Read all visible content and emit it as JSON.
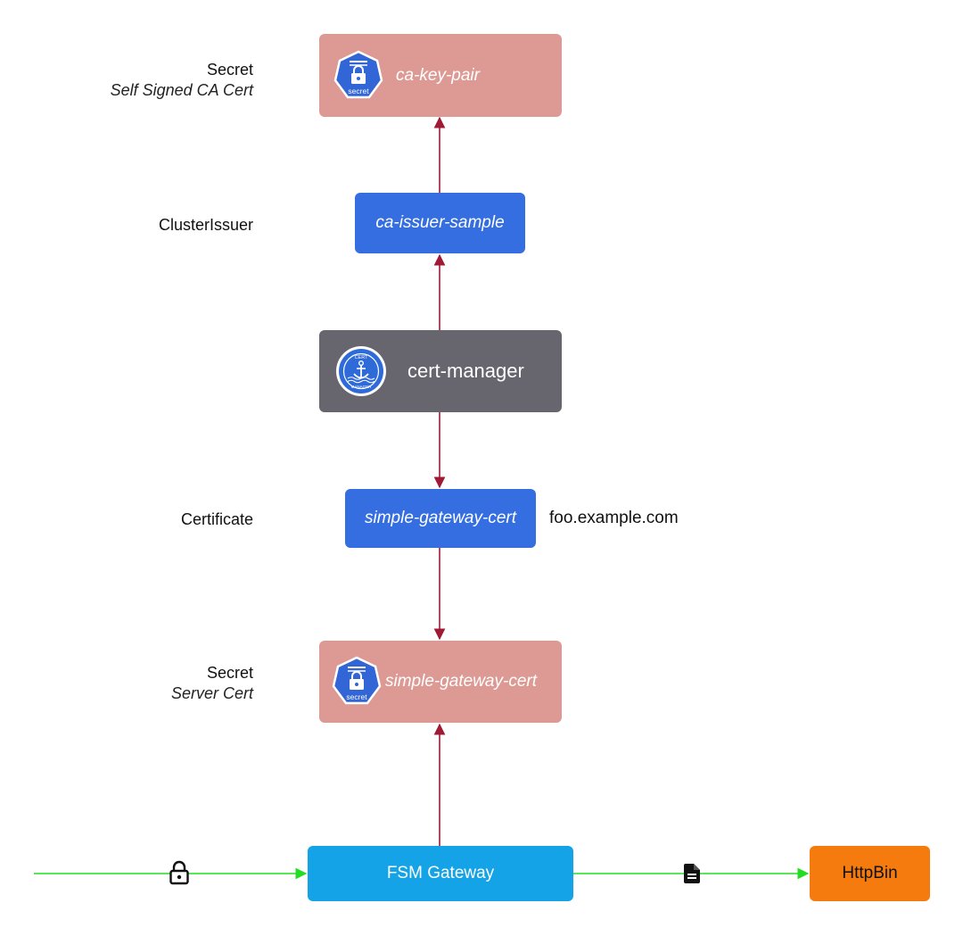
{
  "nodes": {
    "ca_key_pair": {
      "name": "ca-key-pair",
      "icon": "secret-icon",
      "icon_text": "secret",
      "color": "#dd9a95"
    },
    "ca_issuer": {
      "name": "ca-issuer-sample",
      "color": "#356ee0"
    },
    "cert_manager": {
      "name": "cert-manager",
      "icon": "cert-manager-icon",
      "icon_text_top": "CERT",
      "icon_text_bottom": "MANAGER",
      "color": "#67656e"
    },
    "certificate": {
      "name": "simple-gateway-cert",
      "color": "#356ee0"
    },
    "server_secret": {
      "name": "simple-gateway-cert",
      "icon": "secret-icon",
      "icon_text": "secret",
      "color": "#dd9a95"
    },
    "gateway": {
      "name": "FSM Gateway",
      "color": "#14a3e6"
    },
    "httpbin": {
      "name": "HttpBin",
      "color": "#f57b0e"
    }
  },
  "side_labels": {
    "ca_secret": {
      "title": "Secret",
      "subtitle": "Self Signed CA Cert"
    },
    "cluster_issuer": {
      "title": "ClusterIssuer"
    },
    "certificate": {
      "title": "Certificate"
    },
    "server_secret": {
      "title": "Secret",
      "subtitle": "Server Cert"
    }
  },
  "certificate_domain": "foo.example.com",
  "flows": {
    "incoming_icon": "lock-icon",
    "outgoing_icon": "document-icon",
    "flow_color": "#22dd22",
    "dependency_color": "#a01a35"
  }
}
